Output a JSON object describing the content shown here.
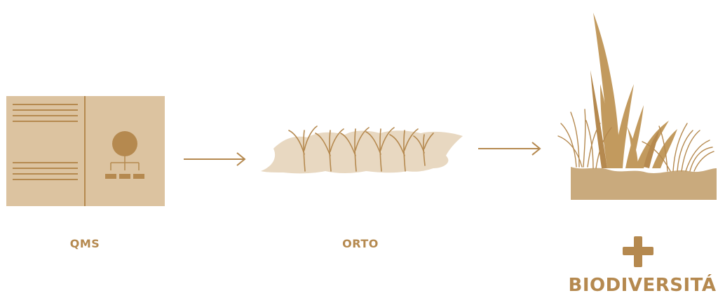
{
  "steps": [
    {
      "label": "QMS",
      "icon": "qms-document-icon"
    },
    {
      "label": "ORTO",
      "icon": "garden-bed-icon"
    },
    {
      "label": "BIODIVERSITÁ",
      "icon": "wild-meadow-icon",
      "prefix_symbol": "plus"
    }
  ],
  "colors": {
    "accent": "#b5894f",
    "light": "#dcc3a0",
    "soil": "#c9aa7d",
    "pale_soil": "#e8d8c1"
  }
}
